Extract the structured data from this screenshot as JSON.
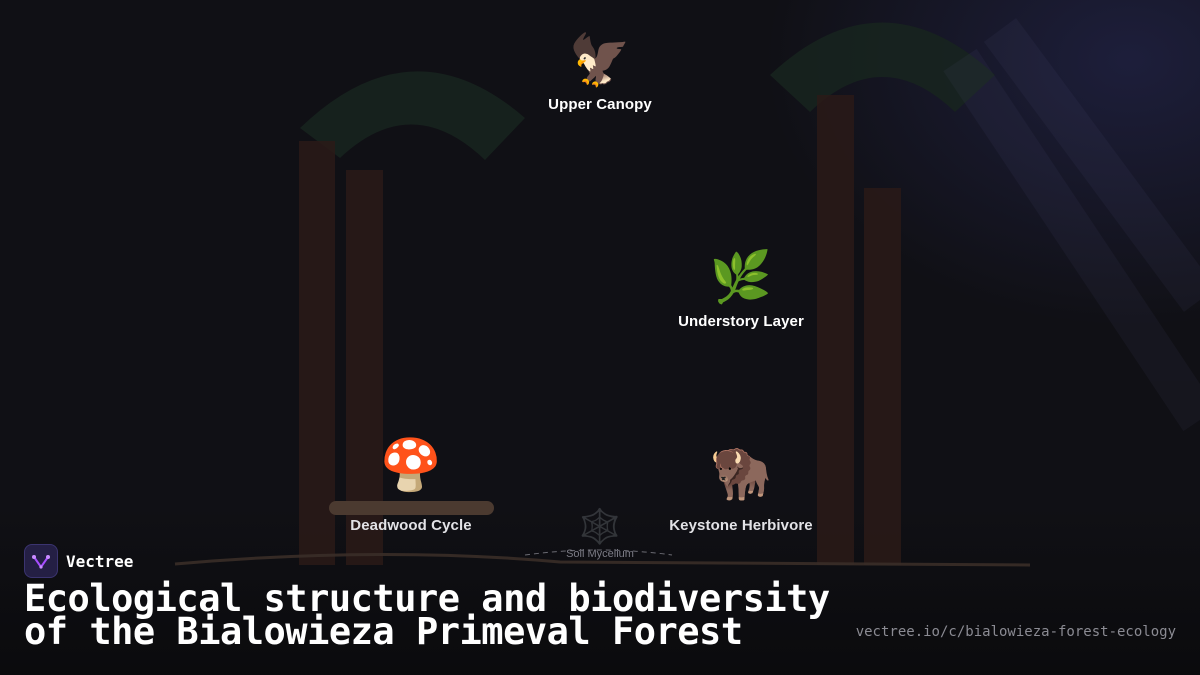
{
  "colors": {
    "background": "#101015",
    "trunk": "#2a1a18",
    "canopy": "#17251f",
    "log": "#4b3a30",
    "logo_accent": "#a64dff"
  },
  "nodes": {
    "upper_canopy": {
      "icon": "eagle",
      "emoji": "🦅",
      "label": "Upper Canopy"
    },
    "understory": {
      "icon": "herb",
      "emoji": "🌿",
      "label": "Understory Layer"
    },
    "deadwood": {
      "icon": "mushroom",
      "emoji": "🍄",
      "label": "Deadwood Cycle"
    },
    "herbivore": {
      "icon": "bison",
      "emoji": "🦬",
      "label": "Keystone Herbivore"
    },
    "mycelium": {
      "icon": "spider-web",
      "emoji": "🕸️",
      "label": "Soil Mycelium"
    }
  },
  "footer": {
    "brand": "Vectree",
    "title_line1": "Ecological structure and biodiversity",
    "title_line2": "of the Bialowieza Primeval Forest",
    "url": "vectree.io/c/bialowieza-forest-ecology"
  }
}
